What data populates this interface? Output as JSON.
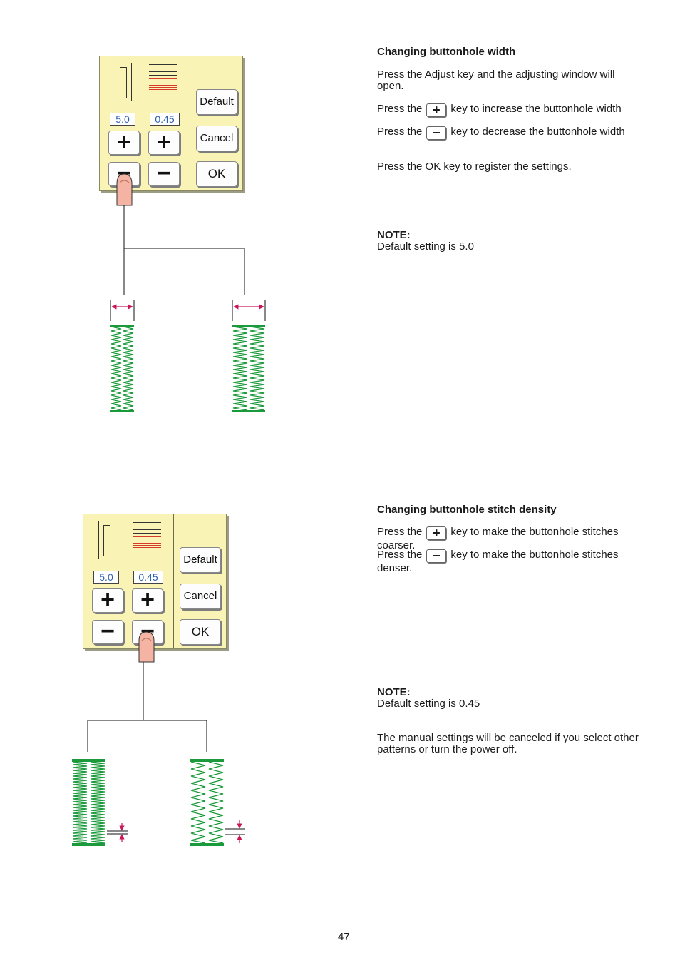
{
  "width_section": {
    "heading": "Changing buttonhole width",
    "intro": "Press the Adjust key and the adjusting window will open.",
    "plus_line_before": "Press the",
    "plus_line_after": "key to increase the buttonhole width",
    "minus_line_before": "Press the",
    "minus_line_after": "key to decrease the buttonhole width",
    "ok_line": "Press the OK key to register the settings.",
    "note_label": "NOTE:",
    "note_text": "Default setting is 5.0"
  },
  "density_section": {
    "heading": "Changing buttonhole stitch density",
    "plus_line_before": "Press the",
    "plus_line_after": "key to make the buttonhole stitches coarser.",
    "minus_line_before": "Press the",
    "minus_line_after": "key to make the buttonhole stitches denser.",
    "note_label": "NOTE:",
    "note_text": "Default setting is 0.45",
    "cancel_note": "The manual settings will be canceled if you select other patterns or turn the power off."
  },
  "panel": {
    "width_value": "5.0",
    "density_value": "0.45",
    "plus_symbol": "+",
    "minus_symbol": "−",
    "default_label": "Default",
    "cancel_label": "Cancel",
    "ok_label": "OK"
  },
  "page_number": "47",
  "colors": {
    "panel_bg": "#f9f3b6",
    "stitch_green": "#1a9a3a",
    "arrow_magenta": "#c8185a",
    "value_blue": "#2f5fb0",
    "density_lines_red": "#d63b2a",
    "finger": "#f4b3a3"
  }
}
